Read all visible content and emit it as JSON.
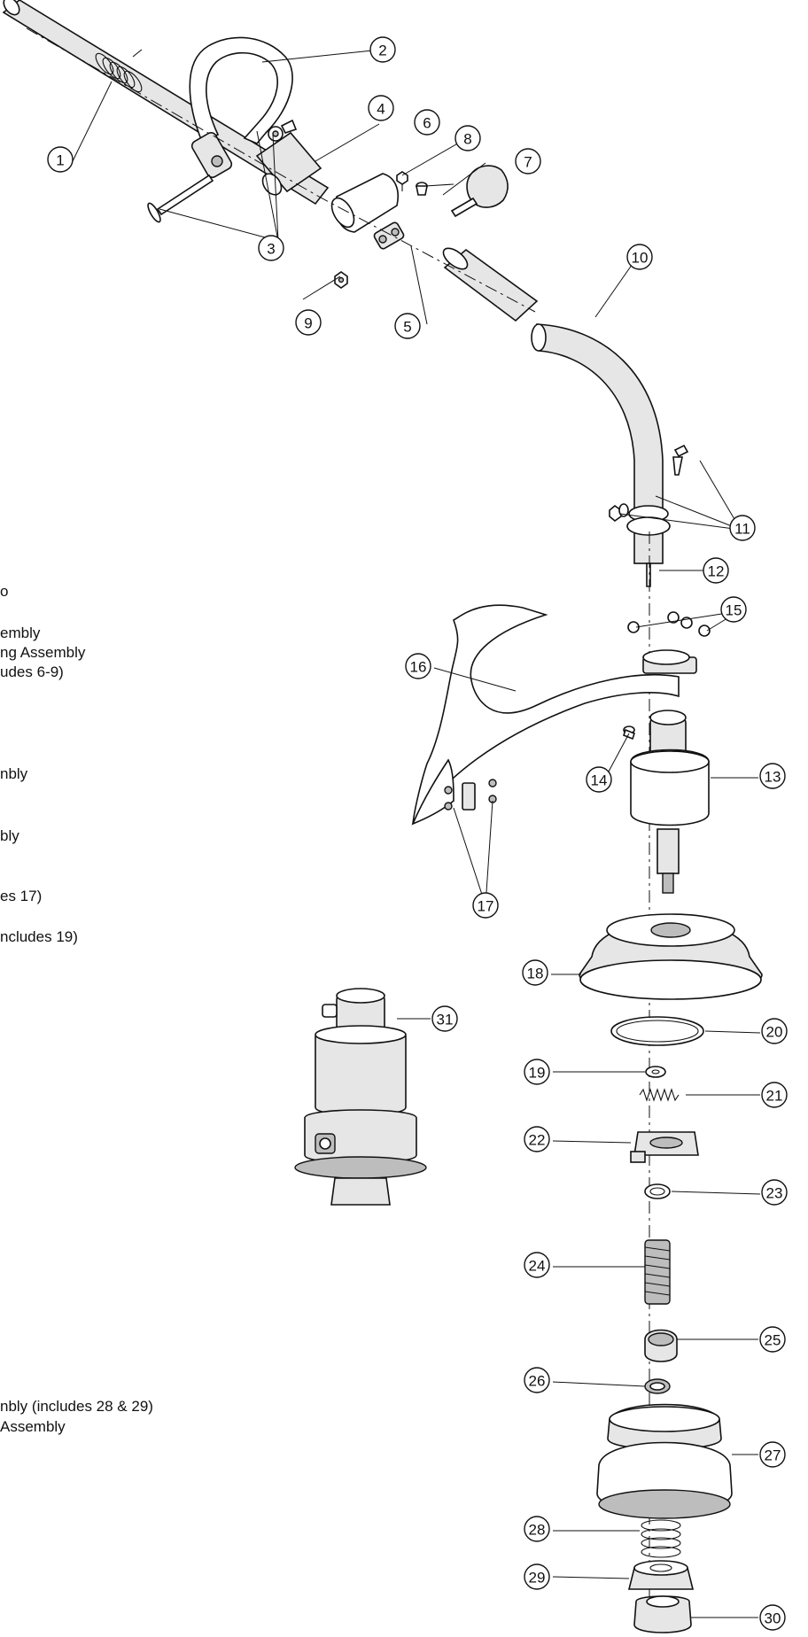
{
  "legend_fragments": [
    "o",
    "embly",
    "ng Assembly",
    "udes 6-9)",
    "nbly",
    "bly",
    "es 17)",
    "ncludes 19)",
    "nbly (includes 28 & 29)",
    "Assembly"
  ],
  "callouts": [
    "1",
    "2",
    "3",
    "4",
    "5",
    "6",
    "7",
    "8",
    "9",
    "10",
    "11",
    "12",
    "13",
    "14",
    "15",
    "16",
    "17",
    "18",
    "19",
    "20",
    "21",
    "22",
    "23",
    "24",
    "25",
    "26",
    "27",
    "28",
    "29",
    "30",
    "31"
  ]
}
